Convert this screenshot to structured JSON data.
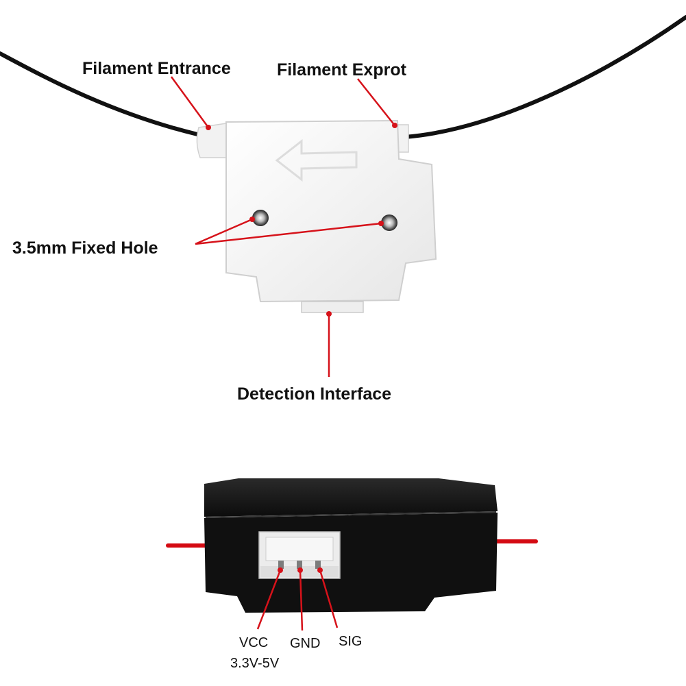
{
  "colors": {
    "leader_line": "#d6121a",
    "module_top": "#f4f4f4",
    "module_bottom": "#121212",
    "filament_top": "#111111",
    "filament_bottom": "#d40a12"
  },
  "top_module": {
    "labels": {
      "entrance": "Filament Entrance",
      "exit": "Filament Exprot",
      "fixed_hole": "3.5mm Fixed Hole",
      "detection": "Detection Interface"
    }
  },
  "bottom_module": {
    "pins": {
      "vcc": "VCC",
      "vcc_range": "3.3V-5V",
      "gnd": "GND",
      "sig": "SIG"
    }
  }
}
